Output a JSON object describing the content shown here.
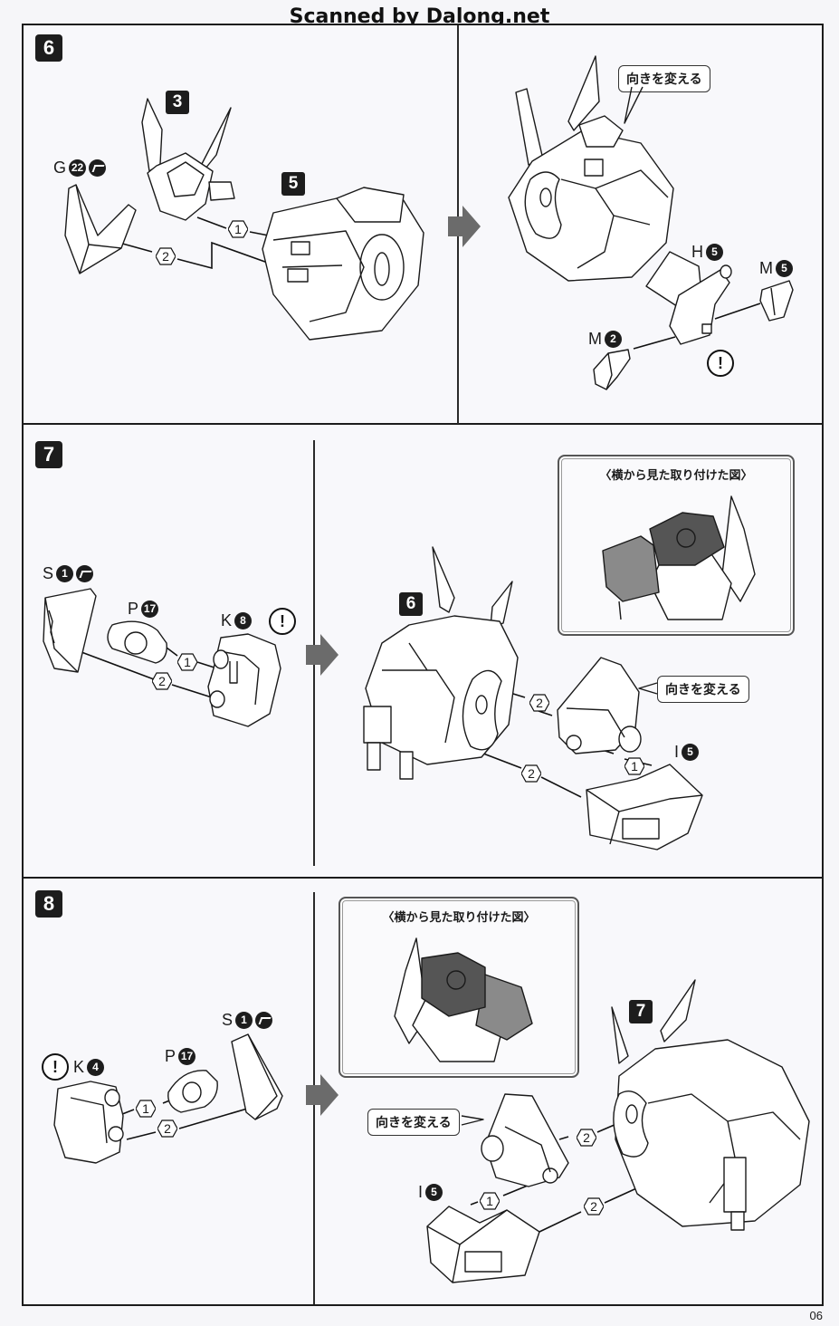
{
  "watermark": "Scanned by Dalong.net",
  "page_number": "06",
  "steps": [
    {
      "number": "6",
      "parts": [
        {
          "id": "subassembly-3",
          "label": "3"
        },
        {
          "id": "subassembly-5",
          "label": "5"
        },
        {
          "id": "G22",
          "letter": "G",
          "number": "22",
          "cut_mark": true
        },
        {
          "id": "H5",
          "letter": "H",
          "number": "5"
        },
        {
          "id": "M5",
          "letter": "M",
          "number": "5"
        },
        {
          "id": "M2",
          "letter": "M",
          "number": "2"
        }
      ],
      "order_markers": [
        "1",
        "2"
      ],
      "callout": "向きを変える",
      "warning": "!"
    },
    {
      "number": "7",
      "parts": [
        {
          "id": "S1",
          "letter": "S",
          "number": "1",
          "cut_mark": true
        },
        {
          "id": "P17",
          "letter": "P",
          "number": "17"
        },
        {
          "id": "K8",
          "letter": "K",
          "number": "8"
        },
        {
          "id": "I5",
          "letter": "I",
          "number": "5"
        },
        {
          "id": "subassembly-6",
          "label": "6"
        }
      ],
      "order_markers": [
        "1",
        "2",
        "1",
        "2",
        "2"
      ],
      "callout": "向きを変える",
      "inset_title": "〈横から見た取り付けた図〉",
      "warning": "!"
    },
    {
      "number": "8",
      "parts": [
        {
          "id": "S1",
          "letter": "S",
          "number": "1",
          "cut_mark": true
        },
        {
          "id": "P17",
          "letter": "P",
          "number": "17"
        },
        {
          "id": "K4",
          "letter": "K",
          "number": "4"
        },
        {
          "id": "I5",
          "letter": "I",
          "number": "5"
        },
        {
          "id": "subassembly-7",
          "label": "7"
        }
      ],
      "order_markers": [
        "1",
        "2",
        "1",
        "2",
        "2"
      ],
      "callout": "向きを変える",
      "inset_title": "〈横から見た取り付けた図〉",
      "warning": "!"
    }
  ]
}
